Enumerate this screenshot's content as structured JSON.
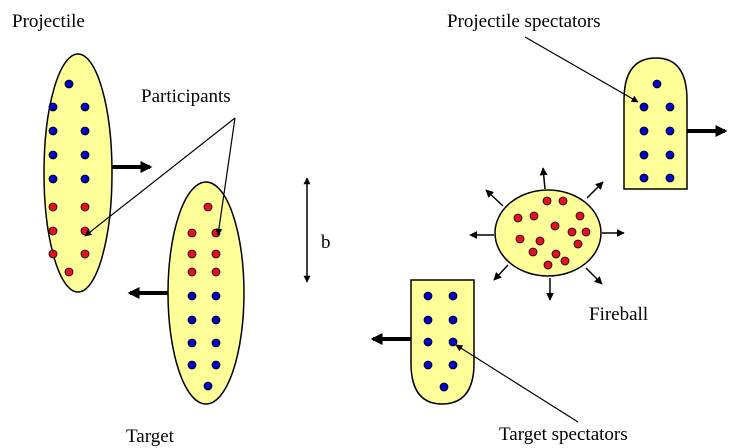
{
  "labels": {
    "projectile": "Projectile",
    "participants": "Participants",
    "target": "Target",
    "impact_parameter": "b",
    "projectile_spectators": "Projectile spectators",
    "fireball": "Fireball",
    "target_spectators": "Target spectators"
  },
  "colors": {
    "nucleus_fill": "#FFFF99",
    "nucleon_blue": "#0000CC",
    "nucleon_red": "#E8101A",
    "outline": "#000000"
  },
  "icons": {
    "motion_arrow": "arrow-icon",
    "expansion_arrow": "arrow-icon"
  }
}
